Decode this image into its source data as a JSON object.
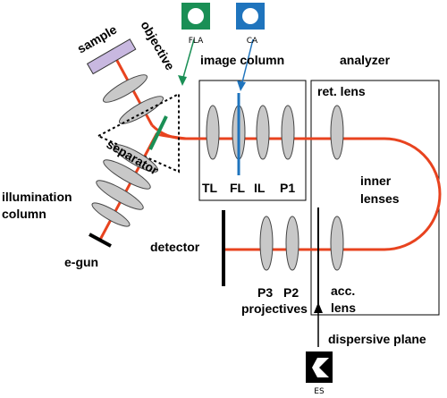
{
  "apertures": {
    "fla": {
      "label": "FLA",
      "color": "#1a8f55"
    },
    "ca": {
      "label": "CA",
      "color": "#1f74bd"
    },
    "es": {
      "label": "ES",
      "color": "#000000"
    }
  },
  "labels": {
    "sample": "sample",
    "objective": "objective",
    "image_column": "image column",
    "analyzer": "analyzer",
    "ret_lens": "ret. lens",
    "separator": "separator",
    "illumination": "illumination",
    "column": "column",
    "tl": "TL",
    "fl": "FL",
    "il": "IL",
    "p1": "P1",
    "inner": "inner",
    "lenses": "lenses",
    "detector": "detector",
    "e_gun": "e-gun",
    "p3": "P3",
    "p2": "P2",
    "projectives": "projectives",
    "acc": "acc.",
    "lens": "lens",
    "dispersive_plane": "dispersive plane"
  },
  "colors": {
    "beam": "#e8431f",
    "lens_fill": "#c8c8c8",
    "sample_fill": "#c8b8e0",
    "fl_line": "#1f74bd",
    "separator_plate": "#1a8f55"
  }
}
